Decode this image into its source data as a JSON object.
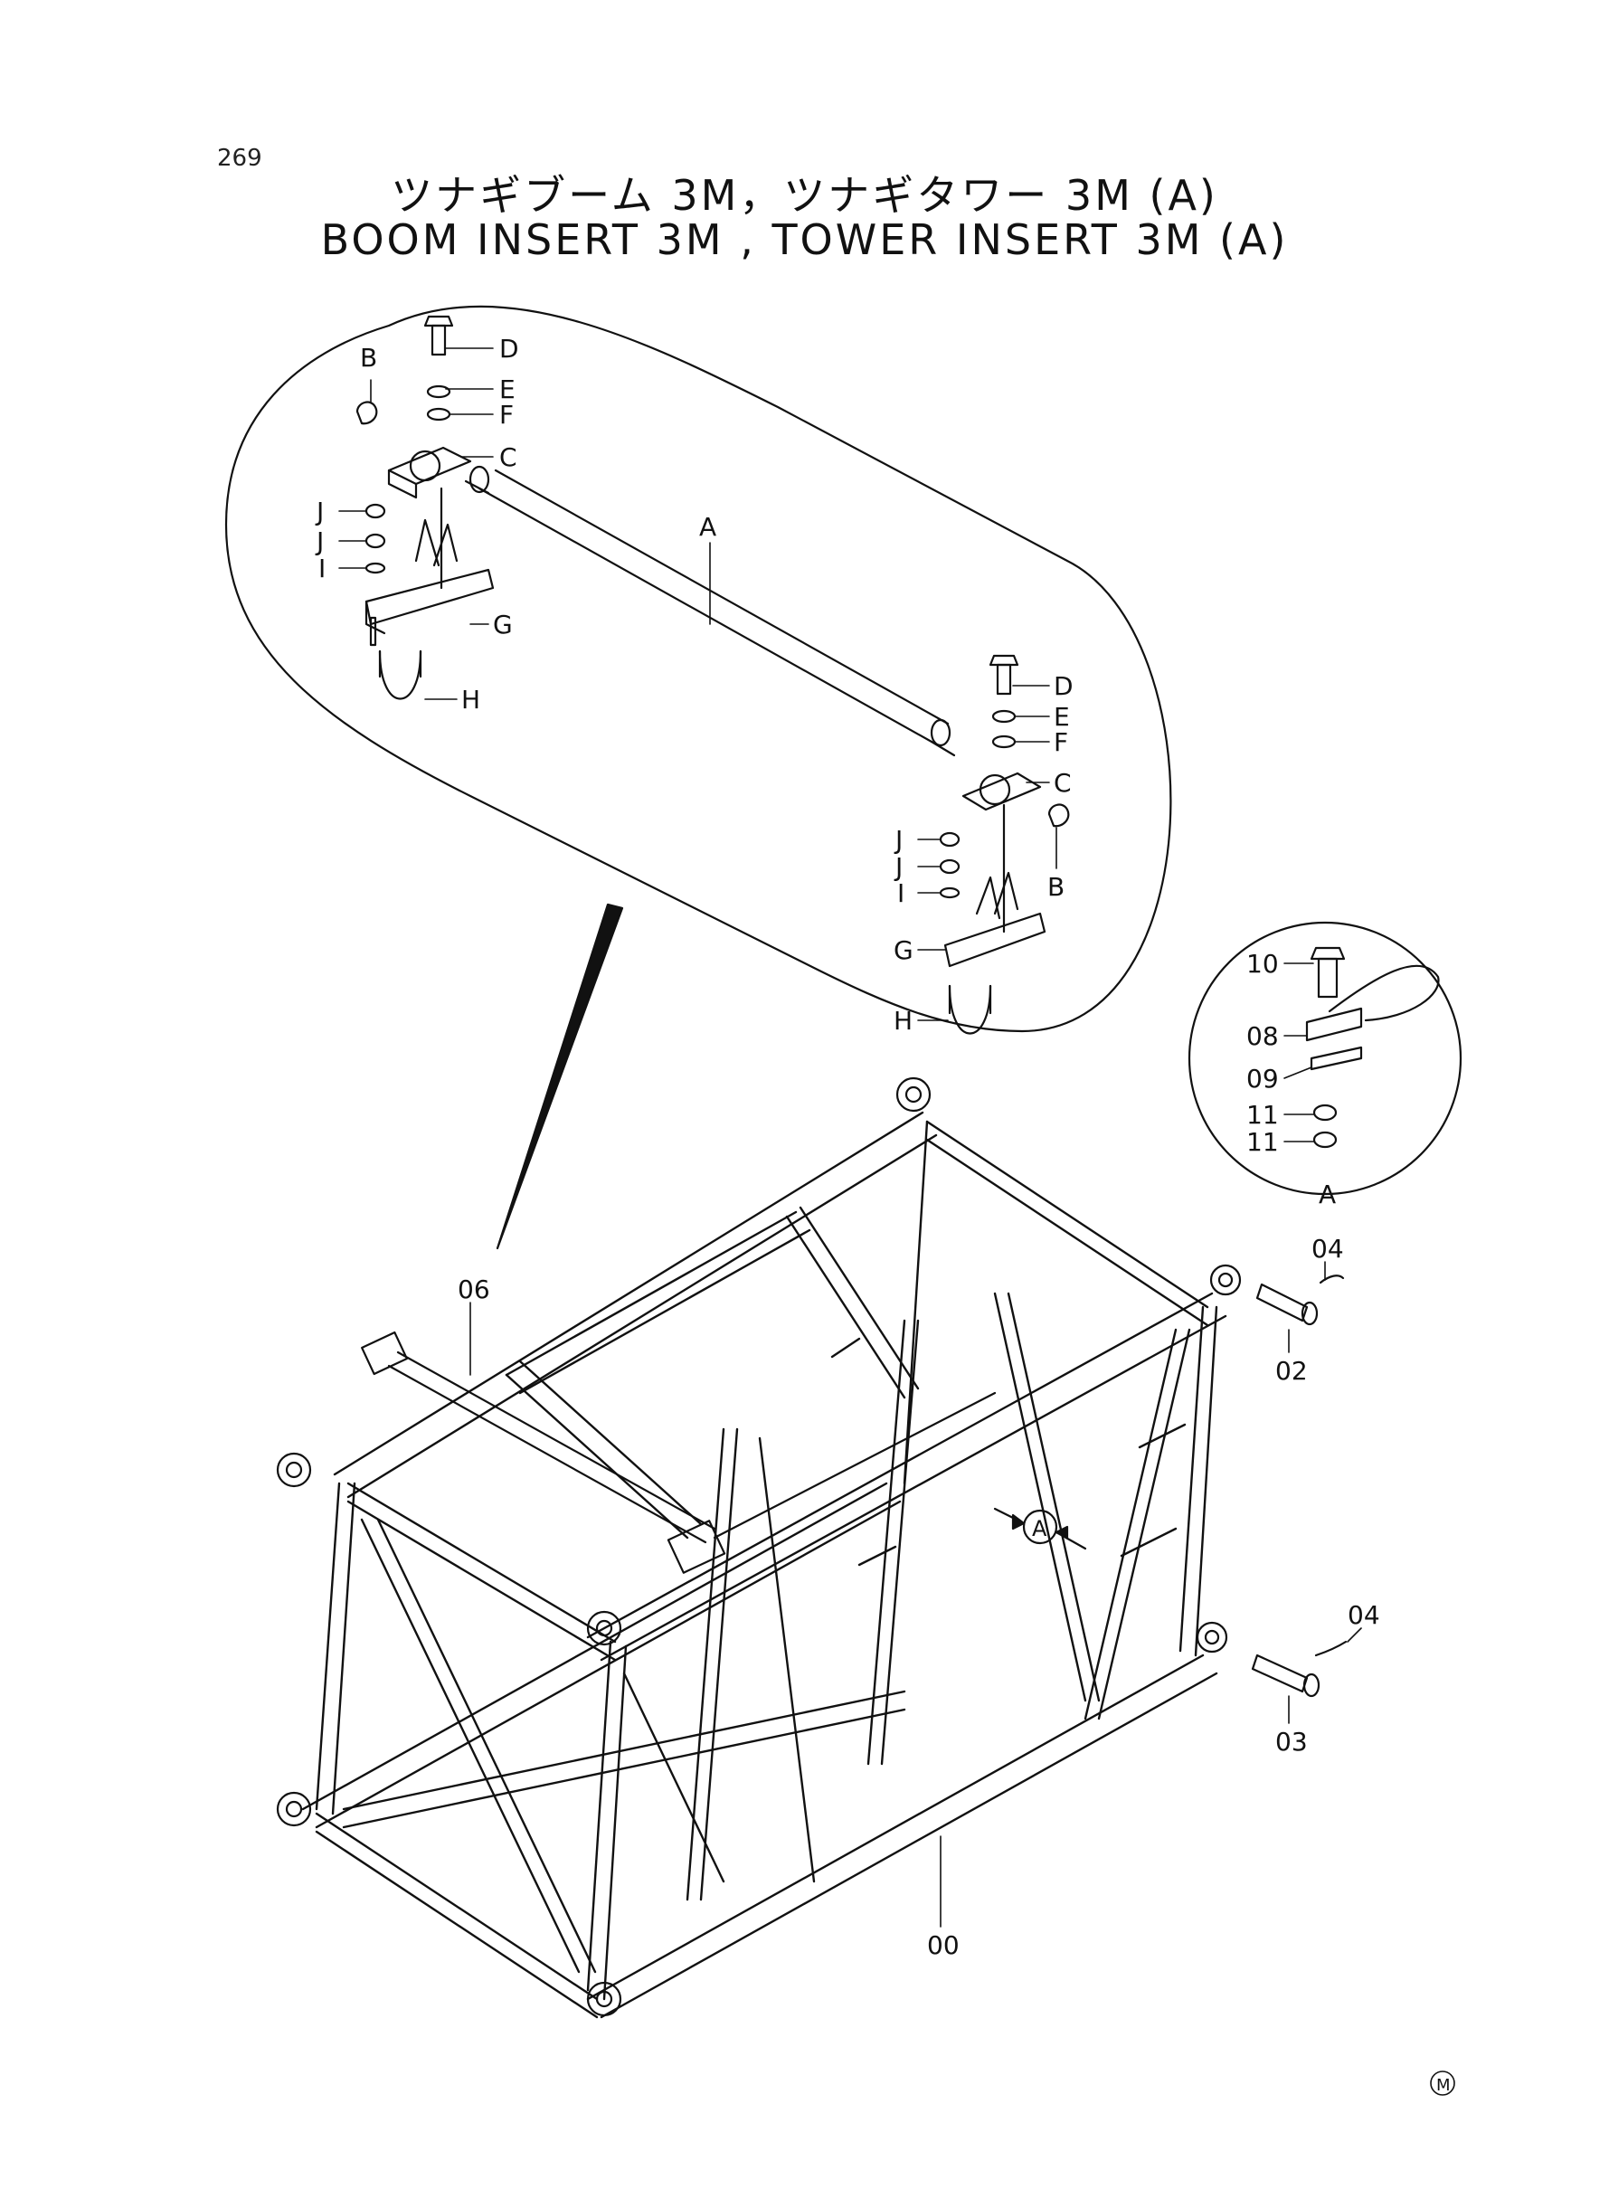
{
  "page_number": "269",
  "title_jp": "ツナギブーム 3M，ツナギタワー 3M (A)",
  "title_en": "BOOM INSERT 3M , TOWER INSERT 3M (A)",
  "detail_labels": {
    "A": "A",
    "B": "B",
    "C": "C",
    "D": "D",
    "E": "E",
    "F": "F",
    "G": "G",
    "H": "H",
    "I": "I",
    "J": "J"
  },
  "inset_labels": {
    "bolt": "10",
    "clamp_upper": "08",
    "clamp_lower": "09",
    "nut1": "11",
    "nut2": "11",
    "view": "A"
  },
  "part_labels": {
    "insert": "00",
    "pin_upper": "02",
    "pin_lower": "03",
    "clip_upper": "04",
    "clip_lower": "04",
    "strut": "06",
    "view_marker": "A"
  },
  "mark": "M"
}
